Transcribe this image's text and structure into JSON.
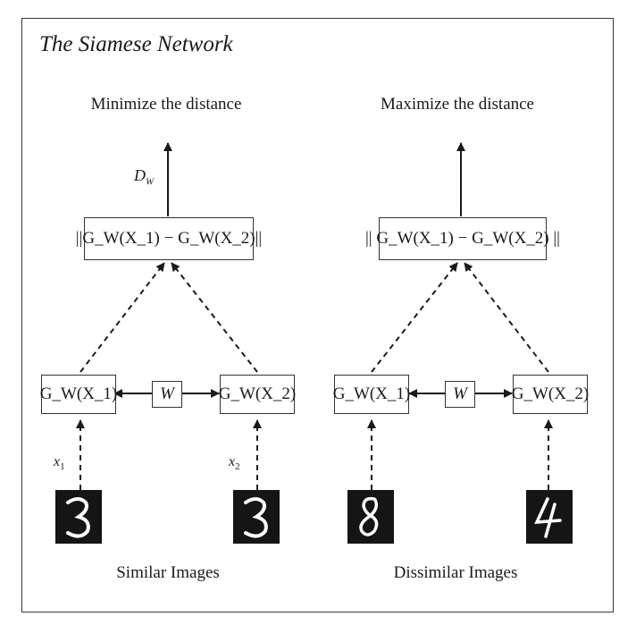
{
  "title": "The Siamese Network",
  "left": {
    "heading": "Minimize the distance",
    "output_label": "D",
    "output_label_sub": "W",
    "distance_box": "||G_W(X_1) − G_W(X_2)||",
    "encoder_1": "G_W(X_1)",
    "encoder_2": "G_W(X_2)",
    "weights": "W",
    "input_1_label": "x",
    "input_1_sub": "1",
    "input_2_label": "x",
    "input_2_sub": "2",
    "digit_1": "3",
    "digit_2": "3",
    "caption": "Similar Images"
  },
  "right": {
    "heading": "Maximize the distance",
    "distance_box": "|| G_W(X_1) − G_W(X_2) ||",
    "encoder_1": "G_W(X_1)",
    "encoder_2": "G_W(X_2)",
    "weights": "W",
    "digit_1": "8",
    "digit_2": "4",
    "caption": "Dissimilar Images"
  }
}
